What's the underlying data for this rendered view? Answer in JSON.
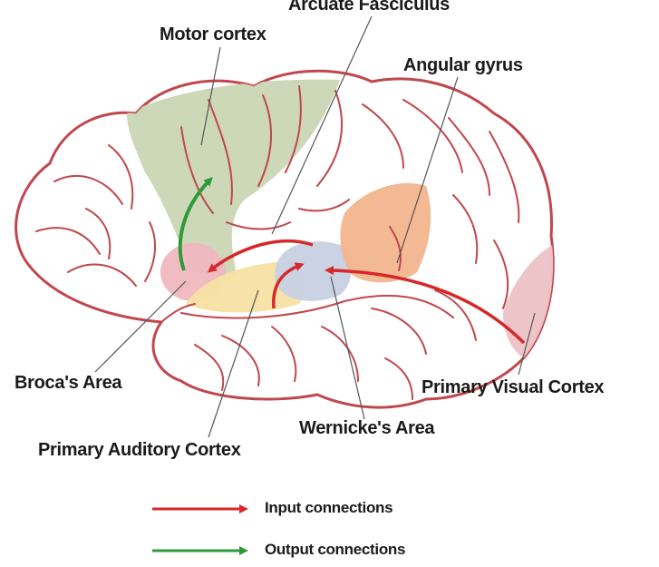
{
  "labels": {
    "arcuate_fasciculus": "Arcuate Fasciculus",
    "motor_cortex": "Motor cortex",
    "angular_gyrus": "Angular gyrus",
    "brocas_area": "Broca's Area",
    "primary_visual_cortex": "Primary Visual Cortex",
    "wernickes_area": "Wernicke's Area",
    "primary_auditory_cortex": "Primary Auditory Cortex"
  },
  "legend": {
    "input": "Input connections",
    "output": "Output connections"
  },
  "colors": {
    "brain_outline": "#c0474d",
    "input_arrow": "#d62828",
    "output_arrow": "#2e9a3a",
    "motor_cortex_fill": "#c9d6b3",
    "brocas_fill": "#efb8bf",
    "auditory_fill": "#f7e1a3",
    "wernickes_fill": "#c7d0e3",
    "angular_fill": "#f2b58e",
    "visual_fill": "#ecc2c6",
    "leader_line": "#555555"
  }
}
